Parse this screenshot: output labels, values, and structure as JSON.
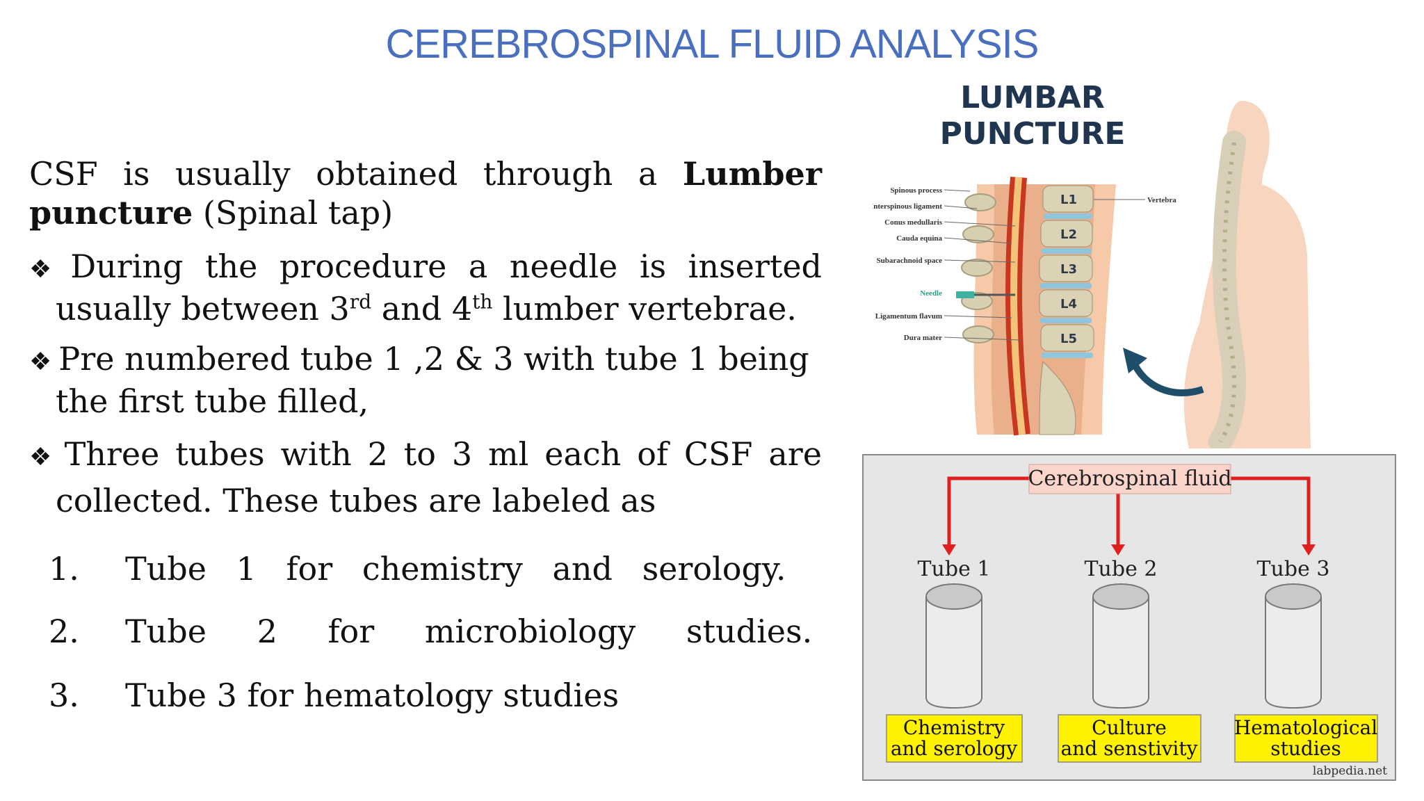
{
  "slide": {
    "title": "CEREBROSPINAL FLUID ANALYSIS",
    "intro": {
      "pre": "CSF is usually obtained through a ",
      "bold1": "Lumber",
      "bold2": "puncture",
      "post": " (Spinal tap)"
    },
    "bullets": [
      {
        "part1": "During the procedure a needle is inserted",
        "part2a": "usually between 3",
        "sup1": "rd",
        "part2b": " and 4",
        "sup2": "th",
        "part2c": " lumber vertebrae."
      },
      {
        "line1": "Pre numbered tube 1 ,2 & 3 with tube 1 being",
        "line2": "the first tube filled,"
      },
      {
        "line1": "Three tubes with 2 to 3 ml each of CSF are",
        "line2": "collected. These tubes are labeled as"
      }
    ],
    "numbered": [
      {
        "num": "1.",
        "text": "Tube 1 for chemistry and serology."
      },
      {
        "num": "2.",
        "text": "Tube 2 for microbiology studies."
      },
      {
        "num": "3.",
        "text": "Tube 3 for hematology studies"
      }
    ]
  },
  "illustration": {
    "title_line1": "LUMBAR",
    "title_line2": "PUNCTURE",
    "labels": [
      "Spinous process",
      "Interspinous ligament",
      "Conus medullaris",
      "Cauda equina",
      "Subarachnoid space",
      "Needle",
      "Ligamentum flavum",
      "Dura mater"
    ],
    "vertebra_label": "Vertebra",
    "levels": [
      "L1",
      "L2",
      "L3",
      "L4",
      "L5"
    ]
  },
  "diagram": {
    "source": "Cerebrospinal fluid",
    "tubes": [
      {
        "name": "Tube 1",
        "line1": "Chemistry",
        "line2": "and serology"
      },
      {
        "name": "Tube 2",
        "line1": "Culture",
        "line2": "and senstivity"
      },
      {
        "name": "Tube 3",
        "line1": "Hematological",
        "line2": "studies"
      }
    ],
    "watermark": "labpedia.net"
  },
  "colors": {
    "title": "#4a6fbf",
    "arrow": "#e02020",
    "label_box": "#fff200",
    "source_box": "#fbd5cc",
    "diagram_bg": "#e6e6e6"
  }
}
